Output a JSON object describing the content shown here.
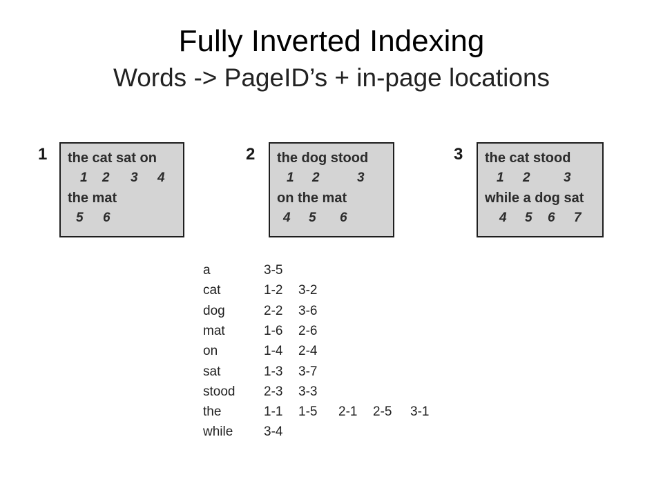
{
  "title": "Fully Inverted Indexing",
  "subtitle": "Words -> PageID’s + in-page locations",
  "pages": [
    {
      "id": "1",
      "lines": [
        {
          "text": "the cat sat on",
          "numbers": [
            "1",
            "2",
            "3",
            "4"
          ]
        },
        {
          "text": "the mat",
          "numbers": [
            "5",
            "6"
          ]
        }
      ]
    },
    {
      "id": "2",
      "lines": [
        {
          "text": "the dog stood",
          "numbers": [
            "1",
            "2",
            "3"
          ]
        },
        {
          "text": "on the mat",
          "numbers": [
            "4",
            "5",
            "6"
          ]
        }
      ]
    },
    {
      "id": "3",
      "lines": [
        {
          "text": "the cat stood",
          "numbers": [
            "1",
            "2",
            "3"
          ]
        },
        {
          "text": "while a dog sat",
          "numbers": [
            "4",
            "5",
            "6",
            "7"
          ]
        }
      ]
    }
  ],
  "index": [
    {
      "word": "a",
      "locations": [
        "3-5"
      ]
    },
    {
      "word": "cat",
      "locations": [
        "1-2",
        "3-2"
      ]
    },
    {
      "word": "dog",
      "locations": [
        "2-2",
        "3-6"
      ]
    },
    {
      "word": "mat",
      "locations": [
        "1-6",
        "2-6"
      ]
    },
    {
      "word": "on",
      "locations": [
        "1-4",
        "2-4"
      ]
    },
    {
      "word": "sat",
      "locations": [
        "1-3",
        "3-7"
      ]
    },
    {
      "word": "stood",
      "locations": [
        "2-3",
        "3-3"
      ]
    },
    {
      "word": "the",
      "locations": [
        "1-1",
        "1-5",
        "2-1",
        "2-5",
        "3-1"
      ]
    },
    {
      "word": "while",
      "locations": [
        "3-4"
      ]
    }
  ]
}
